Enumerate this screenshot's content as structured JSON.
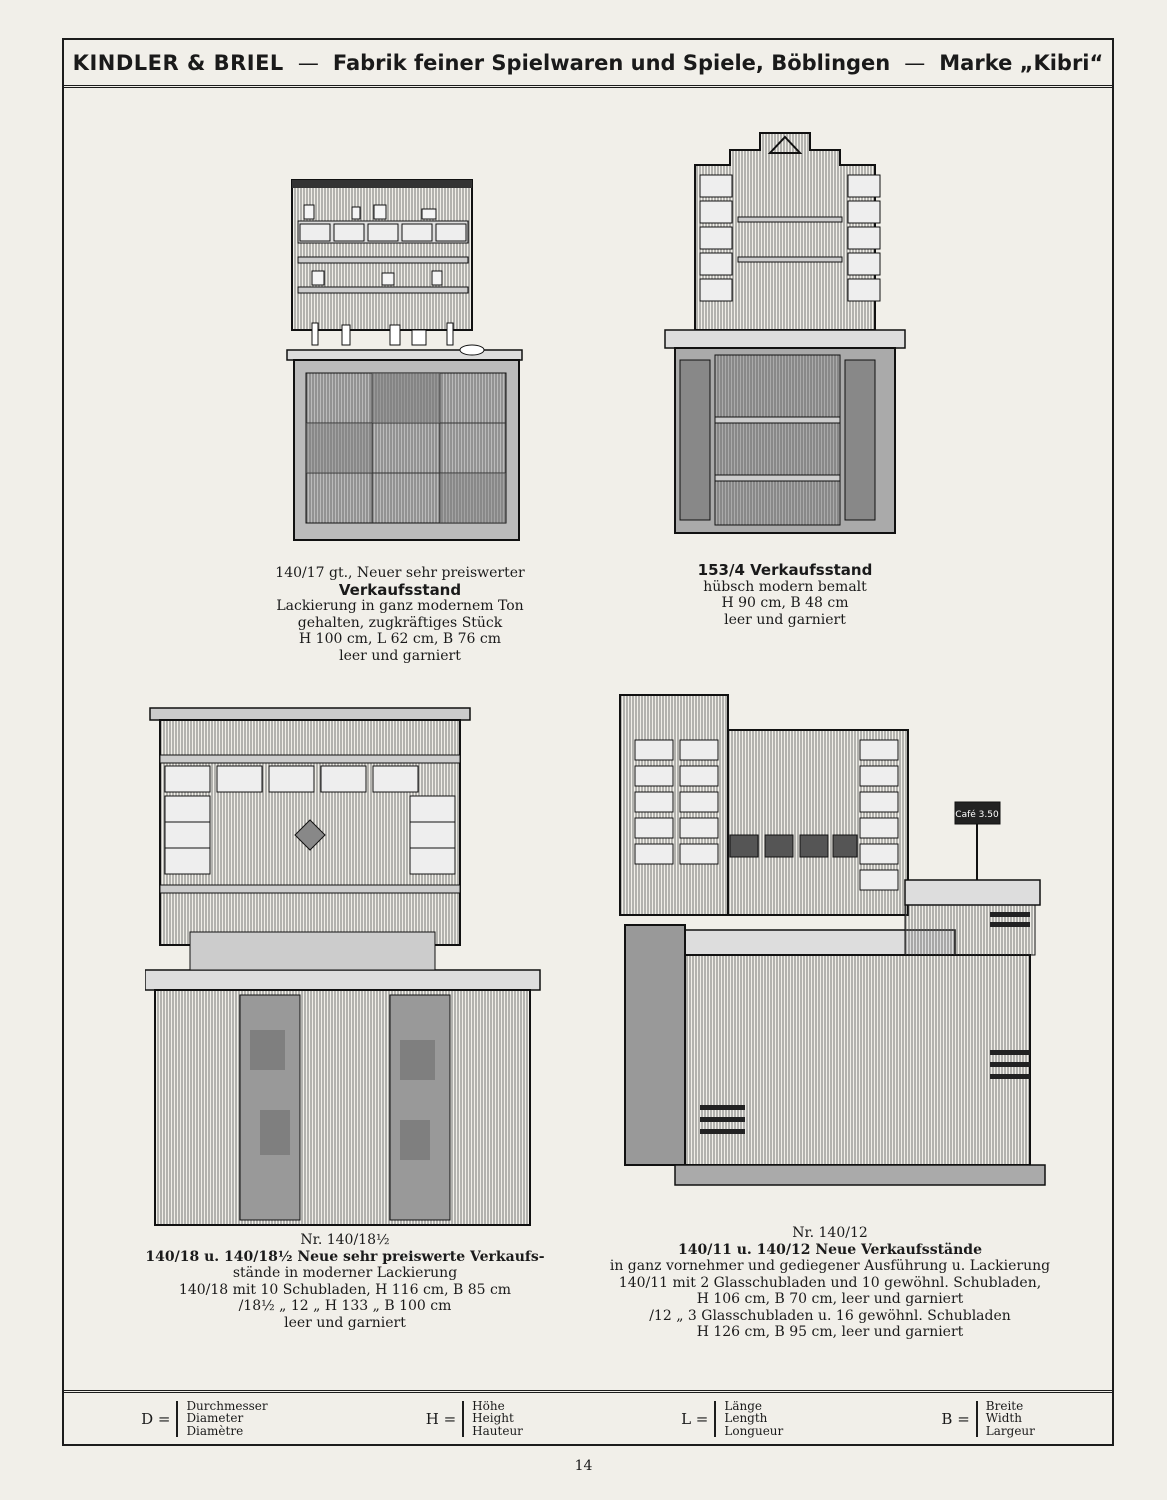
{
  "header": {
    "firm": "KINDLER & BRIEL",
    "dash1": "—",
    "tagline": "Fabrik feiner Spielwaren und Spiele, Böblingen",
    "dash2": "—",
    "brand": "Marke „Kibri“"
  },
  "items": [
    {
      "id": "140-17",
      "lines": [
        "140/17 gt., Neuer sehr preiswerter",
        "Verkaufsstand",
        "Lackierung in ganz modernem Ton",
        "gehalten, zugkräftiges Stück",
        "H 100 cm, L 62 cm, B 76 cm",
        "leer und garniert"
      ]
    },
    {
      "id": "153-4",
      "lines": [
        "153/4 Verkaufsstand",
        "hübsch modern bemalt",
        "H 90 cm, B 48 cm",
        "leer und garniert"
      ]
    },
    {
      "id": "140-18",
      "lines": [
        "Nr. 140/18½",
        "140/18 u. 140/18½ Neue sehr preiswerte Verkaufs-",
        "stände in moderner Lackierung",
        "140/18 mit 10 Schubladen, H 116 cm, B 85 cm",
        "/18½ „ 12 „ H 133 „ B 100 cm",
        "leer und garniert"
      ]
    },
    {
      "id": "140-12",
      "sign": "Café 3.50",
      "lines": [
        "Nr. 140/12",
        "140/11 u. 140/12 Neue Verkaufsstände",
        "in ganz vornehmer und gediegener Ausführung u. Lackierung",
        "140/11 mit 2 Glasschubladen und 10 gewöhnl. Schubladen,",
        "H 106 cm, B 70 cm, leer und garniert",
        "/12 „ 3 Glasschubladen u. 16 gewöhnl. Schubladen",
        "H 126 cm, B 95 cm, leer und garniert"
      ]
    }
  ],
  "legend": [
    {
      "symbol": "D =",
      "words": [
        "Durchmesser",
        "Diameter",
        "Diamètre"
      ]
    },
    {
      "symbol": "H =",
      "words": [
        "Höhe",
        "Height",
        "Hauteur"
      ]
    },
    {
      "symbol": "L =",
      "words": [
        "Länge",
        "Length",
        "Longueur"
      ]
    },
    {
      "symbol": "B =",
      "words": [
        "Breite",
        "Width",
        "Largeur"
      ]
    }
  ],
  "page_number": "14"
}
